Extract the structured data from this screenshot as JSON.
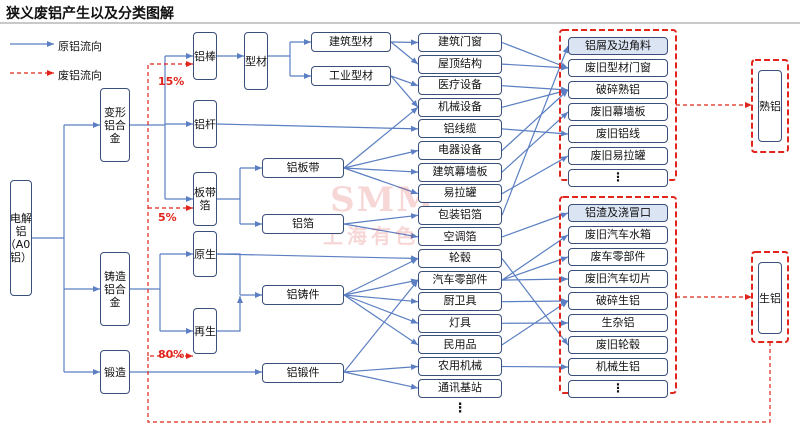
{
  "title": "狭义废铝产生以及分类图解",
  "legend": {
    "primary": "原铝流向",
    "scrap": "废铝流向"
  },
  "percentages": {
    "rod": "15%",
    "plate": "5%",
    "regen": "80%"
  },
  "watermark": {
    "logo": "SMM",
    "text": "上海有色网"
  },
  "nodes": {
    "electrolytic": "电解铝（A00铝）",
    "wrought": "变形铝合金",
    "cast_alloy": "铸造铝合金",
    "forging": "锻造",
    "rod": "铝棒",
    "bar": "铝杆",
    "plate": "板带箔",
    "primary": "原生",
    "recycled": "再生",
    "profile": "型材",
    "building_profile": "建筑型材",
    "industrial_profile": "工业型材",
    "strip": "铝板带",
    "foil": "铝箔",
    "casting": "铝铸件",
    "forging_part": "铝锻件",
    "wrought_aluminum": "熟铝",
    "cast_aluminum": "生铝"
  },
  "middle": [
    "建筑门窗",
    "屋顶结构",
    "医疗设备",
    "机械设备",
    "铝线缆",
    "电器设备",
    "建筑幕墙板",
    "易拉罐",
    "包装铝箔",
    "空调箔",
    "轮毂",
    "汽车零部件",
    "厨卫具",
    "灯具",
    "民用品",
    "农用机械",
    "通讯基站",
    "⋮"
  ],
  "scrap_wrought": [
    "铝屑及边角料",
    "废旧型材门窗",
    "破碎熟铝",
    "废旧幕墙板",
    "废旧铝线",
    "废旧易拉罐",
    "⋮"
  ],
  "scrap_cast": [
    "铝渣及浇冒口",
    "废旧汽车水箱",
    "废车零部件",
    "废旧汽车切片",
    "破碎生铝",
    "生杂铝",
    "废旧轮毂",
    "机械生铝",
    "⋮"
  ],
  "colors": {
    "primary_line": "#5b7fc2",
    "scrap_line": "#e0261c",
    "node_border": "#3a4f7a",
    "highlight": "#dbe4f3"
  }
}
